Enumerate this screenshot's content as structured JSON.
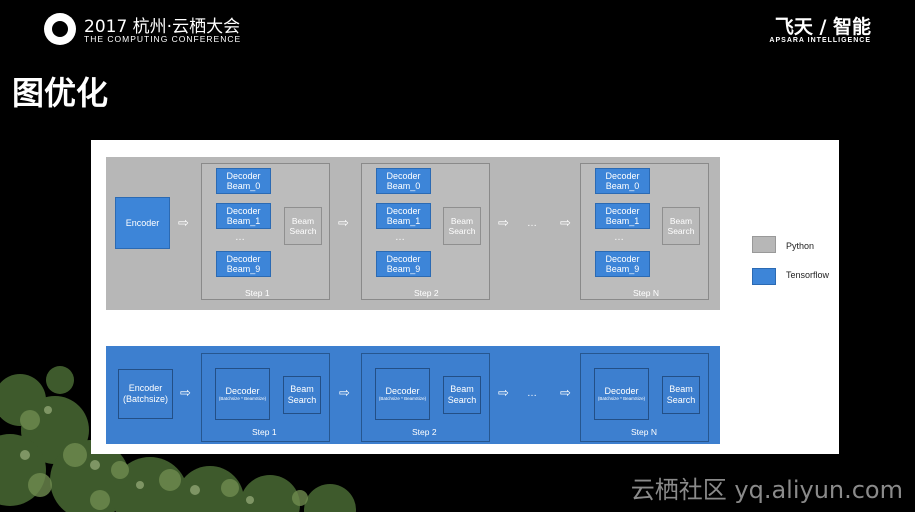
{
  "header": {
    "conference_title": "2017 杭州·云栖大会",
    "conference_subtitle": "THE COMPUTING CONFERENCE",
    "brand": "飞天 / 智能",
    "brand_subtitle": "APSARA INTELLIGENCE"
  },
  "slide": {
    "title": "图优化"
  },
  "diagram": {
    "python_row": {
      "encoder": "Encoder",
      "steps": [
        {
          "label": "Step 1",
          "beams": [
            "Decoder Beam_0",
            "Decoder Beam_1",
            "Decoder Beam_9"
          ],
          "search": "Beam Search"
        },
        {
          "label": "Step 2",
          "beams": [
            "Decoder Beam_0",
            "Decoder Beam_1",
            "Decoder Beam_9"
          ],
          "search": "Beam Search"
        },
        {
          "label": "Step N",
          "beams": [
            "Decoder Beam_0",
            "Decoder Beam_1",
            "Decoder Beam_9"
          ],
          "search": "Beam Search"
        }
      ],
      "dots": "…",
      "arrow": "⇨"
    },
    "tensorflow_row": {
      "encoder": "Encoder (Batchsize)",
      "steps": [
        {
          "label": "Step 1",
          "decoder": "Decoder",
          "decoder_sub": "(Batchsize * BeamSize)",
          "search": "Beam Search"
        },
        {
          "label": "Step 2",
          "decoder": "Decoder",
          "decoder_sub": "(Batchsize * BeamSize)",
          "search": "Beam Search"
        },
        {
          "label": "Step N",
          "decoder": "Decoder",
          "decoder_sub": "(Batchsize * BeamSize)",
          "search": "Beam Search"
        }
      ]
    },
    "legend": [
      {
        "label": "Python",
        "color": "#b7b7b7"
      },
      {
        "label": "Tensorflow",
        "color": "#3d85d8"
      }
    ]
  },
  "watermark": "云栖社区 yq.aliyun.com"
}
